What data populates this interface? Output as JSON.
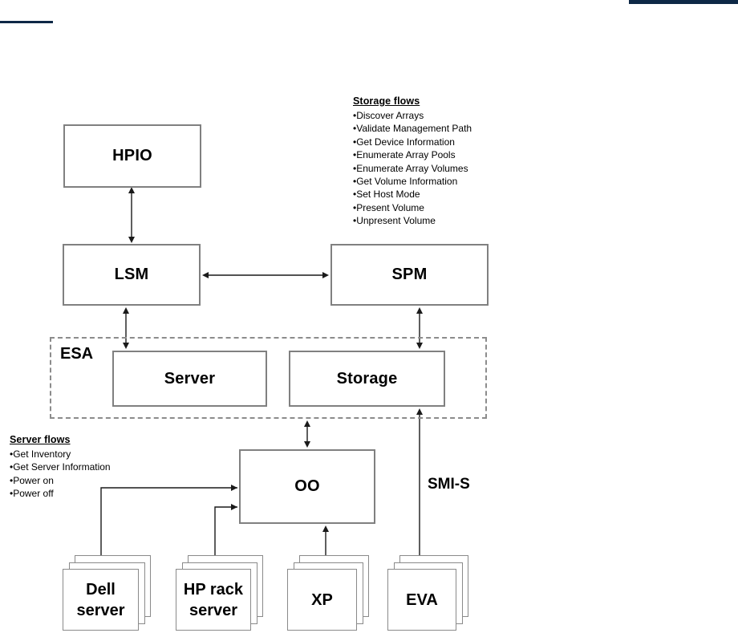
{
  "page": {
    "background": "#ffffff"
  },
  "colors": {
    "accent_navy": "#0e2846",
    "box_border_gray": "#808080",
    "dashed_border_gray": "#8c8c8c",
    "arrow_black": "#1a1a1a"
  },
  "boxes": {
    "hpio": {
      "label": "HPIO"
    },
    "lsm": {
      "label": "LSM"
    },
    "spm": {
      "label": "SPM"
    },
    "esa": {
      "label": "ESA"
    },
    "server": {
      "label": "Server"
    },
    "storage": {
      "label": "Storage"
    },
    "oo": {
      "label": "OO"
    }
  },
  "stacks": [
    {
      "label_line1": "Dell",
      "label_line2": "server"
    },
    {
      "label_line1": "HP rack",
      "label_line2": "server"
    },
    {
      "label_line1": "XP"
    },
    {
      "label_line1": "EVA"
    }
  ],
  "storage_flows": {
    "title": "Storage flows",
    "items": [
      "Discover Arrays",
      "Validate Management Path",
      "Get Device Information",
      "Enumerate Array Pools",
      "Enumerate Array Volumes",
      "Get Volume Information",
      "Set Host Mode",
      "Present Volume",
      "Unpresent Volume"
    ]
  },
  "server_flows": {
    "title": "Server flows",
    "items": [
      "Get Inventory",
      "Get Server Information",
      "Power on",
      "Power off"
    ]
  },
  "connector_labels": {
    "smi_s": "SMI-S"
  }
}
